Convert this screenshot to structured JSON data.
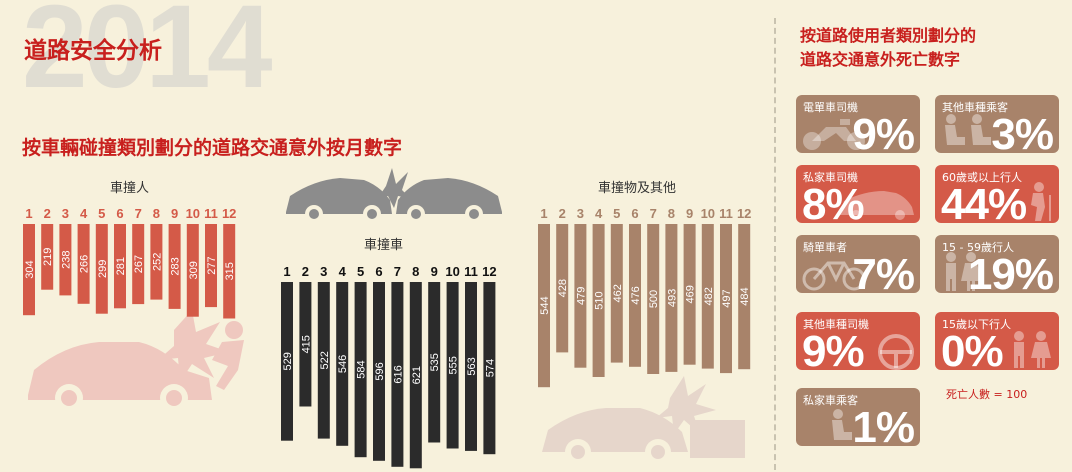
{
  "header": {
    "year": "2014",
    "title": "道路安全分析"
  },
  "left_subtitle": "按車輛碰撞類別劃分的道路交通意外按月數字",
  "chart_data": [
    {
      "type": "bar",
      "title": "車撞人",
      "categories": [
        "1",
        "2",
        "3",
        "4",
        "5",
        "6",
        "7",
        "8",
        "9",
        "10",
        "11",
        "12"
      ],
      "values": [
        304,
        219,
        238,
        266,
        299,
        281,
        267,
        252,
        283,
        309,
        277,
        315
      ],
      "color": "#d45a48",
      "orientation": "vertical-down"
    },
    {
      "type": "bar",
      "title": "車撞車",
      "categories": [
        "1",
        "2",
        "3",
        "4",
        "5",
        "6",
        "7",
        "8",
        "9",
        "10",
        "11",
        "12"
      ],
      "values": [
        529,
        415,
        522,
        546,
        584,
        596,
        616,
        621,
        535,
        555,
        563,
        574
      ],
      "color": "#2b2b2b",
      "orientation": "vertical-down"
    },
    {
      "type": "bar",
      "title": "車撞物及其他",
      "categories": [
        "1",
        "2",
        "3",
        "4",
        "5",
        "6",
        "7",
        "8",
        "9",
        "10",
        "11",
        "12"
      ],
      "values": [
        544,
        428,
        479,
        510,
        462,
        476,
        500,
        493,
        469,
        482,
        497,
        484
      ],
      "color": "#a8836a",
      "orientation": "vertical-down"
    }
  ],
  "right_panel": {
    "title_line1": "按道路使用者類別劃分的",
    "title_line2": "道路交通意外死亡數字",
    "cards": [
      {
        "label": "電單車司機",
        "pct": "9%",
        "color": "#a8836a",
        "icon": "motorcycle-icon"
      },
      {
        "label": "其他車種乘客",
        "pct": "3%",
        "color": "#a8836a",
        "icon": "seated-passengers-icon"
      },
      {
        "label": "私家車司機",
        "pct": "8%",
        "color": "#d45a48",
        "icon": "private-car-icon"
      },
      {
        "label": "60歲或以上行人",
        "pct": "44%",
        "color": "#d45a48",
        "icon": "elderly-pedestrian-icon"
      },
      {
        "label": "騎單車者",
        "pct": "7%",
        "color": "#a8836a",
        "icon": "bicycle-icon"
      },
      {
        "label": "15 - 59歲行人",
        "pct": "19%",
        "color": "#a8836a",
        "icon": "adult-pedestrians-icon"
      },
      {
        "label": "其他車種司機",
        "pct": "9%",
        "color": "#d45a48",
        "icon": "steering-wheel-icon"
      },
      {
        "label": "15歲以下行人",
        "pct": "0%",
        "color": "#d45a48",
        "icon": "children-icon"
      },
      {
        "label": "私家車乘客",
        "pct": "1%",
        "color": "#a8836a",
        "icon": "seated-passenger-icon"
      }
    ],
    "note": "死亡人數 = 100"
  }
}
